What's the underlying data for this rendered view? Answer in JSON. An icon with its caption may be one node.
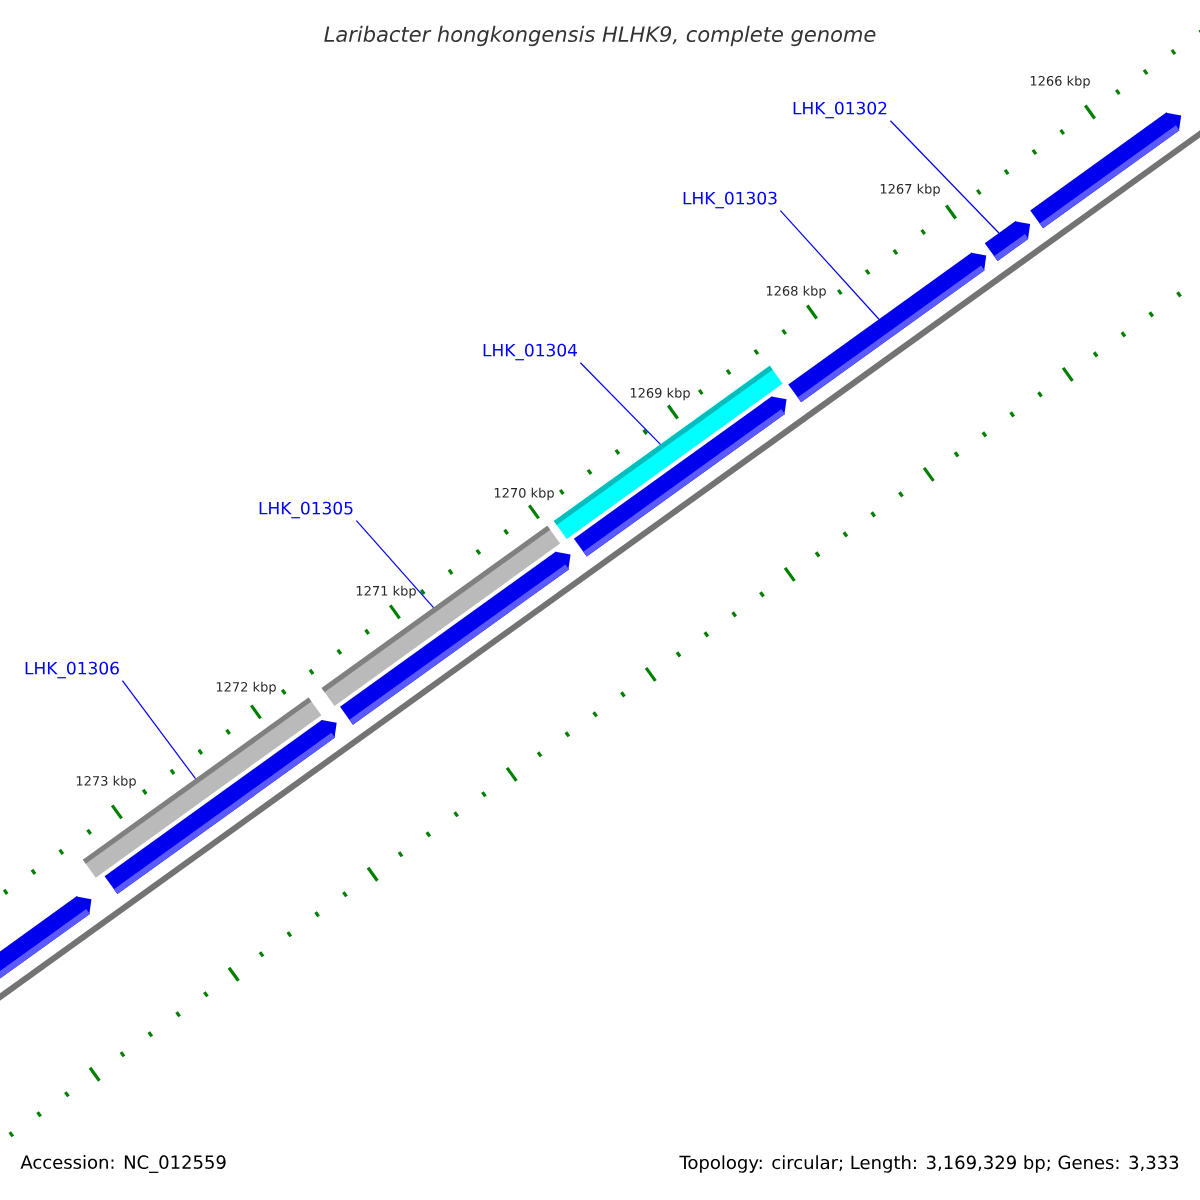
{
  "diagram": {
    "title": "Laribacter hongkongensis HLHK9, complete genome",
    "nodes": [
      {
        "text": [
          "LHK_01302"
        ]
      },
      {
        "text": [
          "LHK_01303"
        ]
      },
      {
        "text": [
          "LHK_01304"
        ]
      },
      {
        "text": [
          "LHK_01305"
        ]
      },
      {
        "text": [
          "LHK_01306"
        ]
      },
      {
        "text": [],
        "shape": "bar"
      },
      {
        "text": [],
        "shape": "bar"
      },
      {
        "text": [],
        "shape": "bar"
      },
      {
        "text": [],
        "shape": "bar"
      },
      {
        "text": [],
        "shape": "bar"
      },
      {
        "text": [],
        "shape": "bar"
      },
      {
        "text": [],
        "shape": "bar"
      },
      {
        "text": [],
        "shape": "bar"
      },
      {
        "text": [],
        "shape": "bar"
      },
      {
        "text": [],
        "shape": "bar"
      }
    ],
    "edges": [
      {
        "from": 0,
        "to": 13,
        "arrow": "none"
      },
      {
        "from": 1,
        "to": 12,
        "arrow": "none"
      },
      {
        "from": 2,
        "to": 10,
        "arrow": "none"
      },
      {
        "from": 3,
        "to": 8,
        "arrow": "none"
      },
      {
        "from": 4,
        "to": 6,
        "arrow": "none"
      }
    ],
    "labels": [
      "1266 kbp",
      "1267 kbp",
      "1268 kbp",
      "1269 kbp",
      "1270 kbp",
      "1271 kbp",
      "1272 kbp",
      "1273 kbp",
      "Accession: NC_012559",
      "Topology: circular; Length: 3,169,329 bp; Genes: 3,333"
    ]
  }
}
